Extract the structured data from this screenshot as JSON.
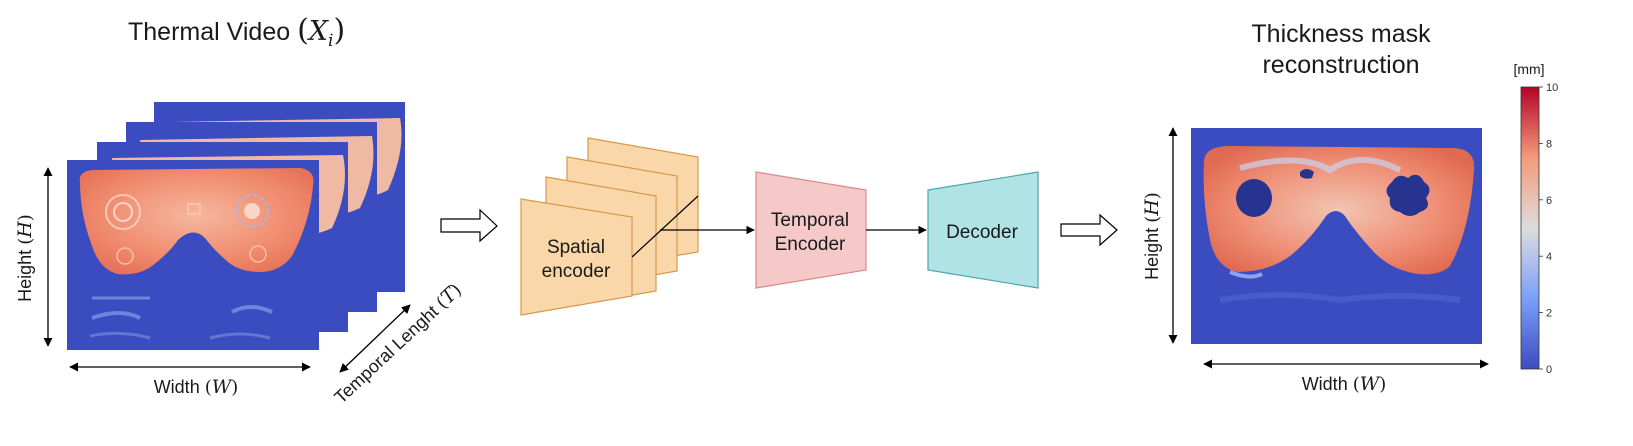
{
  "input": {
    "title_text": "Thermal Video ",
    "title_math": "X",
    "title_math_sub": "i",
    "height_text": "Height ",
    "height_math": "H",
    "width_text": "Width ",
    "width_math": "W",
    "temporal_text": "Temporal Lenght ",
    "temporal_math": "T"
  },
  "blocks": {
    "spatial_line1": "Spatial",
    "spatial_line2": "encoder",
    "temporal_line1": "Temporal",
    "temporal_line2": "Encoder",
    "decoder": "Decoder"
  },
  "output": {
    "title_line1": "Thickness mask",
    "title_line2": "reconstruction",
    "height_text": "Height ",
    "height_math": "H",
    "width_text": "Width ",
    "width_math": "W"
  },
  "colorbar": {
    "unit": "[mm]",
    "ticks": [
      "0",
      "2",
      "4",
      "6",
      "8",
      "10"
    ],
    "min": 0,
    "max": 10,
    "colormap": "coolwarm"
  },
  "colors": {
    "frame_background": "#3b4cc0",
    "hot_region": "#f08a6c",
    "spatial_fill": "#fad7a8",
    "spatial_stroke": "#d59a4e",
    "temporal_fill": "#f6c9c9",
    "temporal_stroke": "#d98a8a",
    "decoder_fill": "#b0e3e6",
    "decoder_stroke": "#4aa6ad"
  }
}
